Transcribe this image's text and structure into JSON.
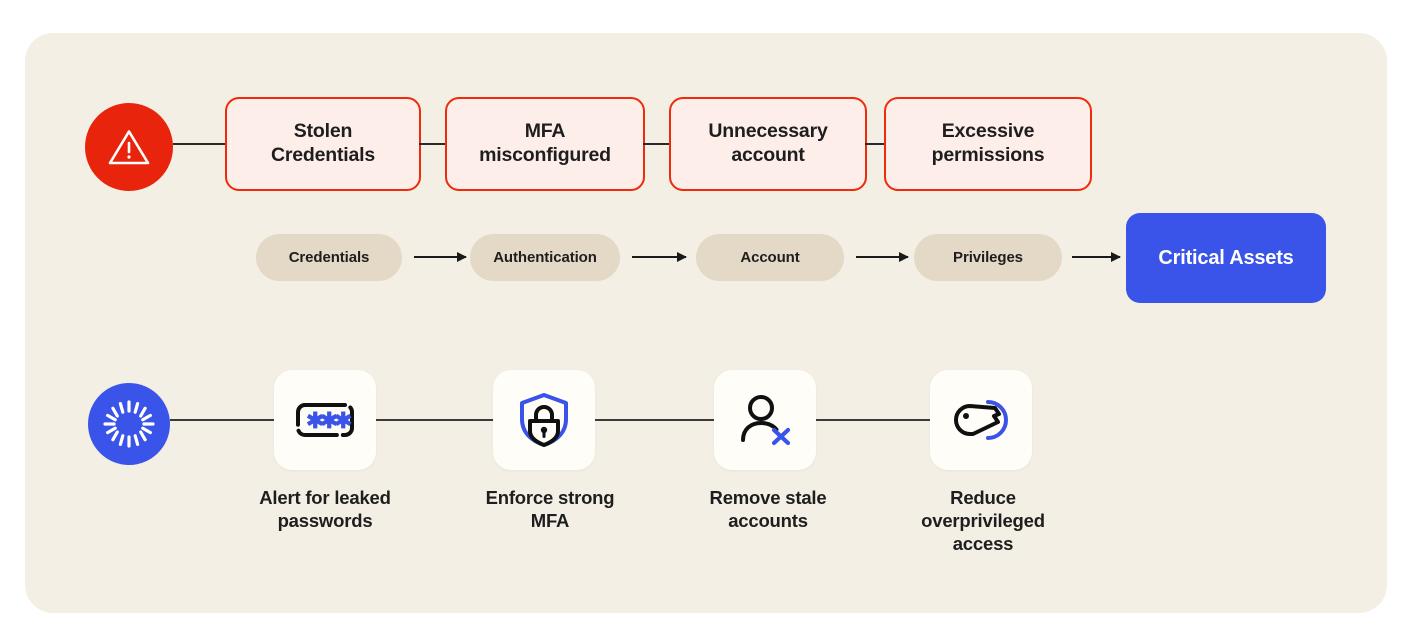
{
  "diagram": {
    "background_color": "#F4EFE5",
    "threat_color": "#EE2B0A",
    "accent_color": "#3A53E8",
    "pill_color": "#E3D9C6"
  },
  "threat_row": {
    "icon_name": "warning-triangle-icon",
    "boxes": [
      {
        "label": "Stolen\nCredentials",
        "line1": "Stolen",
        "line2": "Credentials"
      },
      {
        "label": "MFA misconfigured",
        "line1": "MFA",
        "line2": "misconfigured"
      },
      {
        "label": "Unnecessary account",
        "line1": "Unnecessary",
        "line2": "account"
      },
      {
        "label": "Excessive permissions",
        "line1": "Excessive",
        "line2": "permissions"
      }
    ]
  },
  "pipeline_row": {
    "stages": [
      {
        "label": "Credentials"
      },
      {
        "label": "Authentication"
      },
      {
        "label": "Account"
      },
      {
        "label": "Privileges"
      }
    ],
    "target": {
      "label": "Critical Assets"
    }
  },
  "remediation_row": {
    "icon_name": "burst-icon",
    "items": [
      {
        "icon_name": "password-field-icon",
        "label": "Alert for leaked passwords",
        "line1": "Alert for leaked",
        "line2": "passwords",
        "line3": ""
      },
      {
        "icon_name": "shield-lock-icon",
        "label": "Enforce strong MFA",
        "line1": "Enforce strong",
        "line2": "MFA",
        "line3": ""
      },
      {
        "icon_name": "user-remove-icon",
        "label": "Remove stale accounts",
        "line1": "Remove stale",
        "line2": "accounts",
        "line3": ""
      },
      {
        "icon_name": "key-icon",
        "label": "Reduce overprivileged access",
        "line1": "Reduce",
        "line2": "overprivileged",
        "line3": "access"
      }
    ]
  }
}
